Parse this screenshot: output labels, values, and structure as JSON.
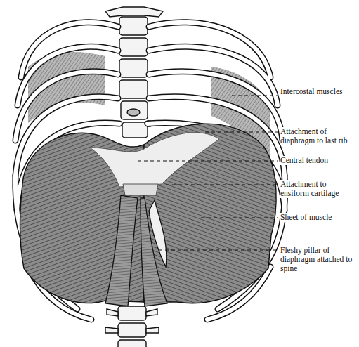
{
  "diagram": {
    "labels": [
      "Intercostal muscles",
      "Attachment of diaphragm to last rib",
      "Central tendon",
      "Attachment to ensiform cartilage",
      "Sheet of muscle",
      "Fleshy pillar of diaphragm attached to spine"
    ]
  }
}
